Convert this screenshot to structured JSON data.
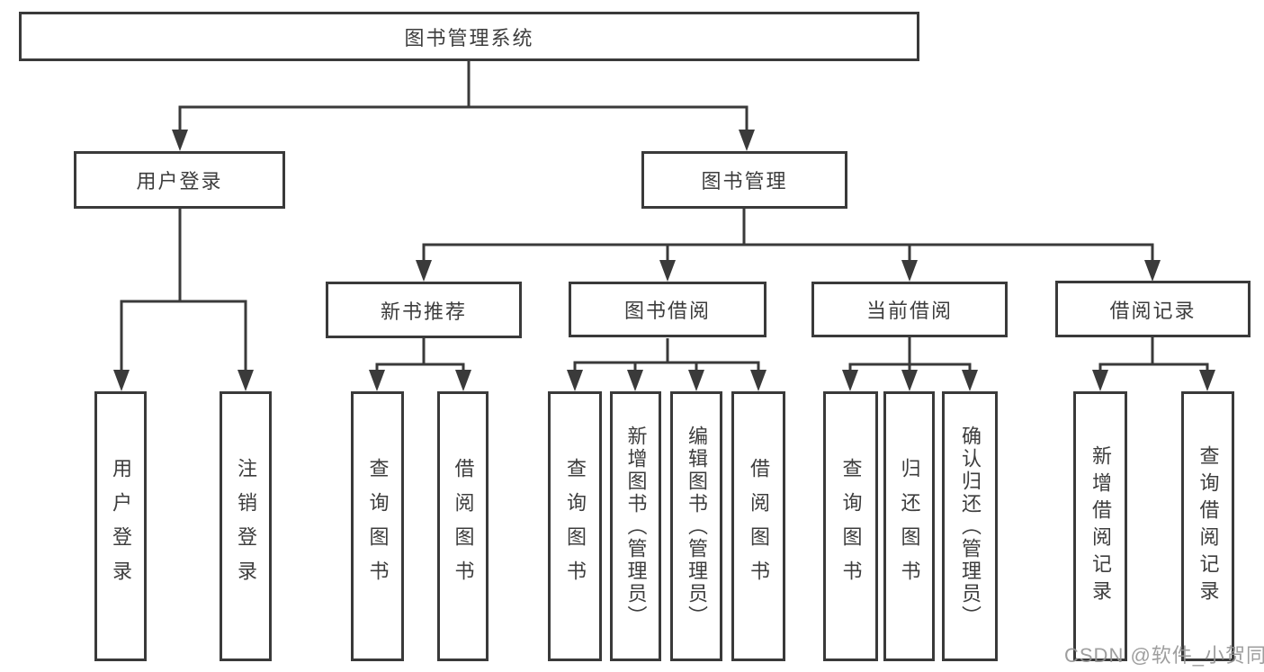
{
  "colors": {
    "line": "#3a3a3a",
    "text": "#3d3d3d",
    "watermark": "#949494",
    "background": "#ffffff"
  },
  "watermark": "CSDN @软件_小贺同学",
  "diagram": {
    "type": "tree",
    "root": "图书管理系统",
    "branches": [
      {
        "label": "用户登录",
        "children": [
          "用户登录",
          "注销登录"
        ]
      },
      {
        "label": "图书管理",
        "children": [
          {
            "label": "新书推荐",
            "children": [
              "查询图书",
              "借阅图书"
            ]
          },
          {
            "label": "图书借阅",
            "children": [
              "查询图书",
              "新增图书（管理员）",
              "编辑图书（管理员）",
              "借阅图书"
            ]
          },
          {
            "label": "当前借阅",
            "children": [
              "查询图书",
              "归还图书",
              "确认归还（管理员）"
            ]
          },
          {
            "label": "借阅记录",
            "children": [
              "新增借阅记录",
              "查询借阅记录"
            ]
          }
        ]
      }
    ]
  }
}
